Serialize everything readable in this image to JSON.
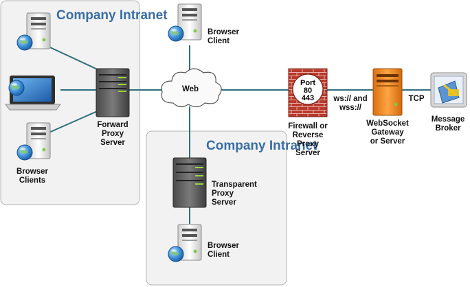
{
  "zones": {
    "top_left": "Company\nIntranet",
    "bottom_center": "Company\nIntranet"
  },
  "nodes": {
    "browser_client_top": "Browser\nClient",
    "browser_clients_left": "Browser\nClients",
    "forward_proxy": "Forward\nProxy\nServer",
    "web": "Web",
    "transparent_proxy": "Transparent\nProxy\nServer",
    "browser_client_bottom": "Browser\nClient",
    "firewall": "Firewall or\nReverse\nProxy\nServer",
    "firewall_port": "Port\n80\n443",
    "websocket_gateway": "WebSocket\nGateway\nor Server",
    "message_broker": "Message\nBroker"
  },
  "edges": {
    "ws_label": "ws:// and\nwss://",
    "tcp_label": "TCP"
  },
  "colors": {
    "zone_fill": "#f2f2f2",
    "zone_border": "#b4b4b4",
    "zone_title": "#3a6ea5",
    "link": "#2d6e7e",
    "gateway_orange": "#f28c28",
    "firewall_red": "#c0392b"
  },
  "icons": {
    "desktop": "desktop-computer-icon",
    "laptop": "laptop-icon",
    "server": "server-rack-icon",
    "cloud": "cloud-icon",
    "firewall": "brick-wall-icon",
    "broker": "message-broker-icon"
  }
}
